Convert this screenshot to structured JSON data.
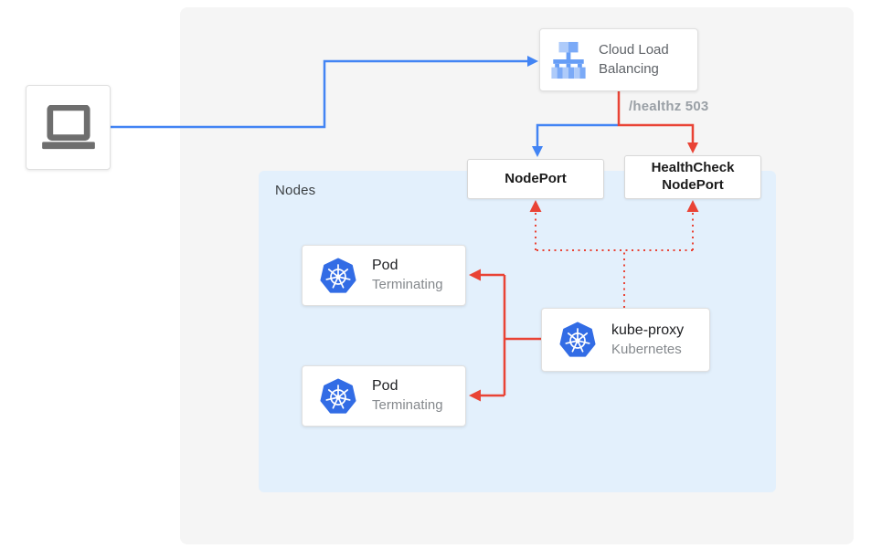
{
  "colors": {
    "flow_blue": "#4284f4",
    "flow_red": "#e94335",
    "panel_bg": "#f5f5f5",
    "nodes_bg": "#e3f0fc",
    "kubernetes_blue": "#326ce5",
    "lb_icon_light": "#aecbfa",
    "lb_icon_mid": "#7baaf7",
    "lb_icon_dark": "#669df6",
    "laptop_gray": "#6e6e6e"
  },
  "client": {
    "icon": "laptop-icon"
  },
  "cloud_load_balancing": {
    "label": "Cloud Load Balancing",
    "icon": "cloud-load-balancing-icon"
  },
  "healthz_label": "/healthz 503",
  "nodeport": {
    "label": "NodePort"
  },
  "healthcheck_nodeport": {
    "label": "HealthCheck NodePort"
  },
  "nodes_container": {
    "label": "Nodes"
  },
  "pods": [
    {
      "title": "Pod",
      "subtitle": "Terminating",
      "icon": "kubernetes-icon"
    },
    {
      "title": "Pod",
      "subtitle": "Terminating",
      "icon": "kubernetes-icon"
    }
  ],
  "kube_proxy": {
    "title": "kube-proxy",
    "subtitle": "Kubernetes",
    "icon": "kubernetes-icon"
  },
  "connections": [
    {
      "from": "client",
      "to": "cloud-load-balancing",
      "style": "solid",
      "color": "blue"
    },
    {
      "from": "cloud-load-balancing",
      "to": "nodeport",
      "style": "solid",
      "color": "blue"
    },
    {
      "from": "cloud-load-balancing",
      "to": "healthcheck-nodeport",
      "style": "solid",
      "color": "red",
      "label": "/healthz 503"
    },
    {
      "from": "kube-proxy",
      "to": "pod-1",
      "style": "solid",
      "color": "red"
    },
    {
      "from": "kube-proxy",
      "to": "pod-2",
      "style": "solid",
      "color": "red"
    },
    {
      "from": "kube-proxy",
      "to": "nodeport",
      "style": "dotted",
      "color": "red"
    },
    {
      "from": "kube-proxy",
      "to": "healthcheck-nodeport",
      "style": "dotted",
      "color": "red"
    }
  ]
}
